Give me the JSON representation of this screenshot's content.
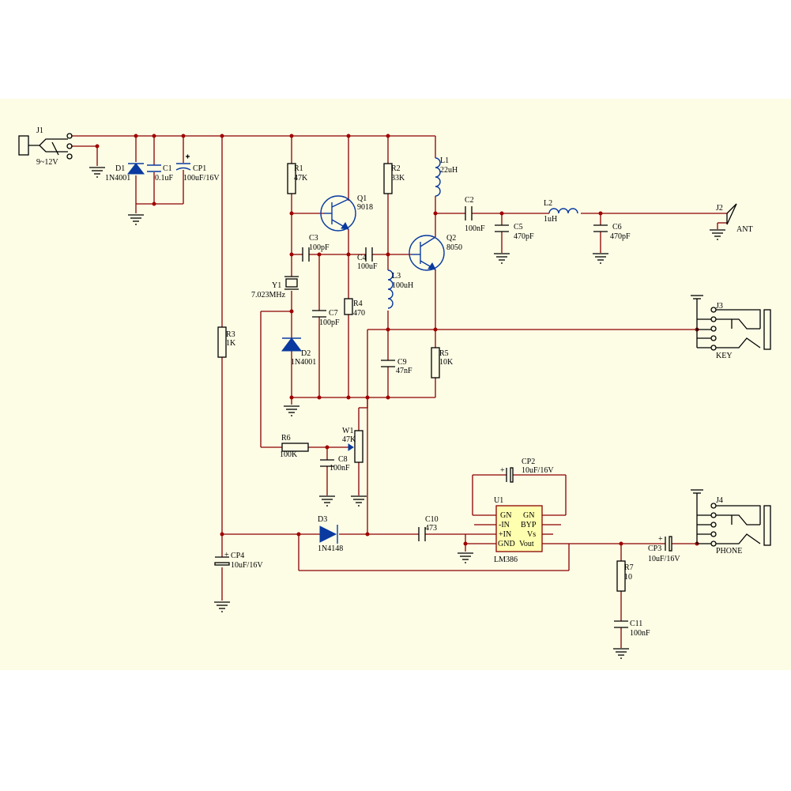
{
  "labels": {
    "J1": "J1",
    "J1v": "9~12V",
    "D1": "D1",
    "D1v": "1N4001",
    "C1": "C1",
    "C1v": "0.1uF",
    "CP1": "CP1",
    "CP1v": "100uF/16V",
    "R1": "R1",
    "R1v": "47K",
    "Q1": "Q1",
    "Q1v": "9018",
    "R2": "R2",
    "R2v": "33K",
    "L1": "L1",
    "L1v": "22uH",
    "C2": "C2",
    "C2v": "100nF",
    "C5": "C5",
    "C5v": "470pF",
    "L2": "L2",
    "L2v": "1uH",
    "C6": "C6",
    "C6v": "470pF",
    "J2": "J2",
    "J2v": "ANT",
    "Q2": "Q2",
    "Q2v": "8050",
    "C3": "C3",
    "C3v": "100pF",
    "C4": "C4",
    "C4v": "100uF",
    "Y1": "Y1",
    "Y1v": "7.023MHz",
    "L3": "L3",
    "L3v": "100uH",
    "R4": "R4",
    "R4v": "470",
    "C7": "C7",
    "C7v": "100pF",
    "J3": "J3",
    "J3v": "KEY",
    "R3": "R3",
    "R3v": "1K",
    "D2": "D2",
    "D2v": "1N4001",
    "C9": "C9",
    "C9v": "47nF",
    "R5": "R5",
    "R5v": "10K",
    "W1": "W1",
    "W1v": "47K",
    "R6": "R6",
    "R6v": "100K",
    "C8": "C8",
    "C8v": "100nF",
    "CP2": "CP2",
    "CP2v": "10uF/16V",
    "U1": "U1",
    "U1v": "LM386",
    "U1p1": "GN",
    "U1p2": "GN",
    "U1p3": "-IN",
    "U1p4": "BYP",
    "U1p5": "+IN",
    "U1p6": "Vs",
    "U1p7": "GND",
    "U1p8": "Vout",
    "J4": "J4",
    "J4v": "PHONE",
    "D3": "D3",
    "D3v": "1N4148",
    "C10": "C10",
    "C10v": "473",
    "CP3": "CP3",
    "CP3v": "10uF/16V",
    "CP4": "CP4",
    "CP4v": "10uF/16V",
    "R7": "R7",
    "R7v": "10",
    "C11": "C11",
    "C11v": "100nF"
  },
  "colors": {
    "wire": "#8b0000",
    "component": "#0a3aa0",
    "background": "#fdfde6"
  }
}
